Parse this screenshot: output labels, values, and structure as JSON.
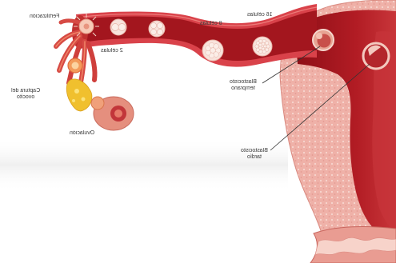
{
  "labels": {
    "fertilization": "Fertilización",
    "two_cells": "2 células",
    "eight_cells": "8 células",
    "sixteen_cells": "16 células",
    "oocyte_capture": [
      "Captura del",
      "ovocito"
    ],
    "ovulation": "Ovulación",
    "early_blastocyst": [
      "Blastocisto",
      "temprano"
    ],
    "late_blastocyst": [
      "Blastocisto",
      "tardío"
    ]
  },
  "colors": {
    "tube_lumen": "#a3161e",
    "tube_wall": "#d9424a",
    "uterus_wall": "#efb1a8",
    "endometrium": "#a8151d",
    "cumulus": "#f0c02e",
    "label_text": "#3a3a3a"
  }
}
